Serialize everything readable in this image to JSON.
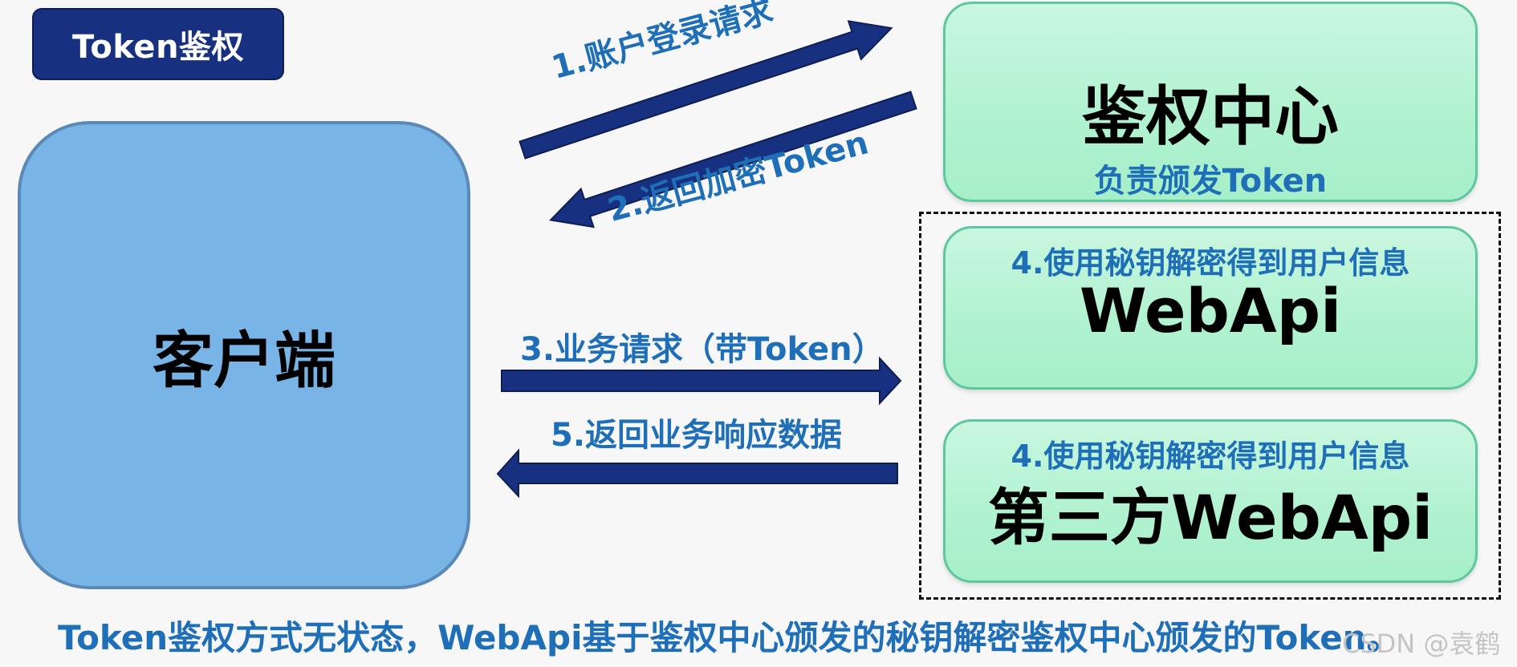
{
  "title": "Token鉴权",
  "client": {
    "label": "客户端"
  },
  "auth_center": {
    "title": "鉴权中心",
    "subtitle": "负责颁发Token"
  },
  "webapi": {
    "step_label": "4.使用秘钥解密得到用户信息",
    "name": "WebApi"
  },
  "third_party_webapi": {
    "step_label": "4.使用秘钥解密得到用户信息",
    "name": "第三方WebApi"
  },
  "arrows": {
    "step1": "1.账户登录请求",
    "step2": "2.返回加密Token",
    "step3": "3.业务请求（带Token）",
    "step5": "5.返回业务响应数据"
  },
  "footer": "Token鉴权方式无状态，WebApi基于鉴权中心颁发的秘钥解密鉴权中心颁发的Token。",
  "watermark": "CSDN @袁鹤",
  "colors": {
    "badge": "#17307f",
    "client": "#78b5e6",
    "green_box": "#b0f2d0",
    "arrow": "#17307f",
    "label_blue": "#1e6fb8"
  }
}
